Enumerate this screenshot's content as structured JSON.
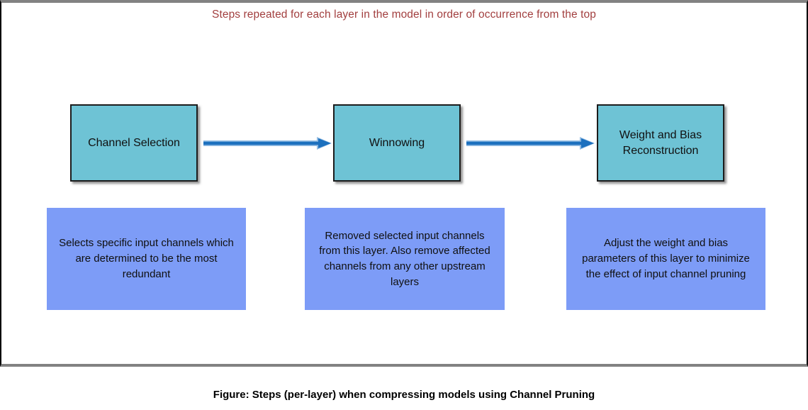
{
  "panel": {
    "title": "Steps repeated for each layer in the model in order of occurrence from the top"
  },
  "steps": [
    {
      "label": "Channel Selection",
      "description": "Selects specific input channels which are determined to be the most redundant"
    },
    {
      "label": "Winnowing",
      "description": "Removed selected input channels from this layer. Also remove affected channels from any other upstream layers"
    },
    {
      "label": "Weight and Bias Reconstruction",
      "description": "Adjust the weight and bias parameters of this layer to minimize the effect of input channel pruning"
    }
  ],
  "caption": "Figure: Steps (per-layer) when compressing models using Channel Pruning",
  "colors": {
    "title_text": "#A23F3F",
    "step_box_fill": "#6EC3D5",
    "step_box_border": "#1c1c1c",
    "description_box_fill": "#7D9CF7",
    "arrow_main": "#1C70BE",
    "arrow_halo": "#93BCE3",
    "panel_border_top_bottom": "#828282",
    "panel_border_sides": "#000000",
    "caption_text": "#000000"
  }
}
